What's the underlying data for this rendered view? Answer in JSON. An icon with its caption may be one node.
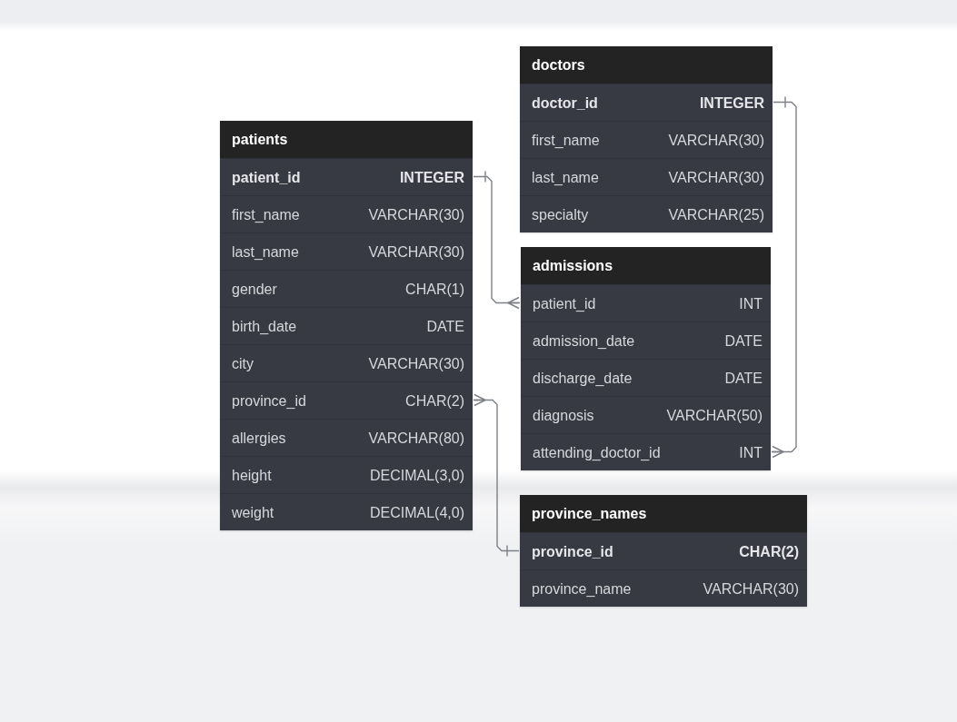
{
  "diagram": {
    "nodes": [
      {
        "text": [
          "patients"
        ]
      },
      {
        "text": [
          "patient_id",
          "INTEGER"
        ],
        "in": 0
      },
      {
        "text": [
          "first_name",
          "VARCHAR(30)"
        ],
        "in": 0
      },
      {
        "text": [
          "last_name",
          "VARCHAR(30)"
        ],
        "in": 0
      },
      {
        "text": [
          "gender",
          "CHAR(1)"
        ],
        "in": 0
      },
      {
        "text": [
          "birth_date",
          "DATE"
        ],
        "in": 0
      },
      {
        "text": [
          "city",
          "VARCHAR(30)"
        ],
        "in": 0
      },
      {
        "text": [
          "province_id",
          "CHAR(2)"
        ],
        "in": 0
      },
      {
        "text": [
          "allergies",
          "VARCHAR(80)"
        ],
        "in": 0
      },
      {
        "text": [
          "height",
          "DECIMAL(3,0)"
        ],
        "in": 0
      },
      {
        "text": [
          "weight",
          "DECIMAL(4,0)"
        ],
        "in": 0
      },
      {
        "text": [
          "doctors"
        ]
      },
      {
        "text": [
          "doctor_id",
          "INTEGER"
        ],
        "in": 11
      },
      {
        "text": [
          "first_name",
          "VARCHAR(30)"
        ],
        "in": 11
      },
      {
        "text": [
          "last_name",
          "VARCHAR(30)"
        ],
        "in": 11
      },
      {
        "text": [
          "specialty",
          "VARCHAR(25)"
        ],
        "in": 11
      },
      {
        "text": [
          "admissions"
        ]
      },
      {
        "text": [
          "patient_id",
          "INT"
        ],
        "in": 16
      },
      {
        "text": [
          "admission_date",
          "DATE"
        ],
        "in": 16
      },
      {
        "text": [
          "discharge_date",
          "DATE"
        ],
        "in": 16
      },
      {
        "text": [
          "diagnosis",
          "VARCHAR(50)"
        ],
        "in": 16
      },
      {
        "text": [
          "attending_doctor_id",
          "INT"
        ],
        "in": 16
      },
      {
        "text": [
          "province_names"
        ]
      },
      {
        "text": [
          "province_id",
          "CHAR(2)"
        ],
        "in": 22
      },
      {
        "text": [
          "province_name",
          "VARCHAR(30)"
        ],
        "in": 22
      }
    ],
    "edges": [
      {
        "from": 1,
        "to": 17,
        "arrow": "other"
      },
      {
        "from": 12,
        "to": 21,
        "arrow": "other"
      },
      {
        "from": 23,
        "to": 7,
        "arrow": "other"
      }
    ]
  }
}
